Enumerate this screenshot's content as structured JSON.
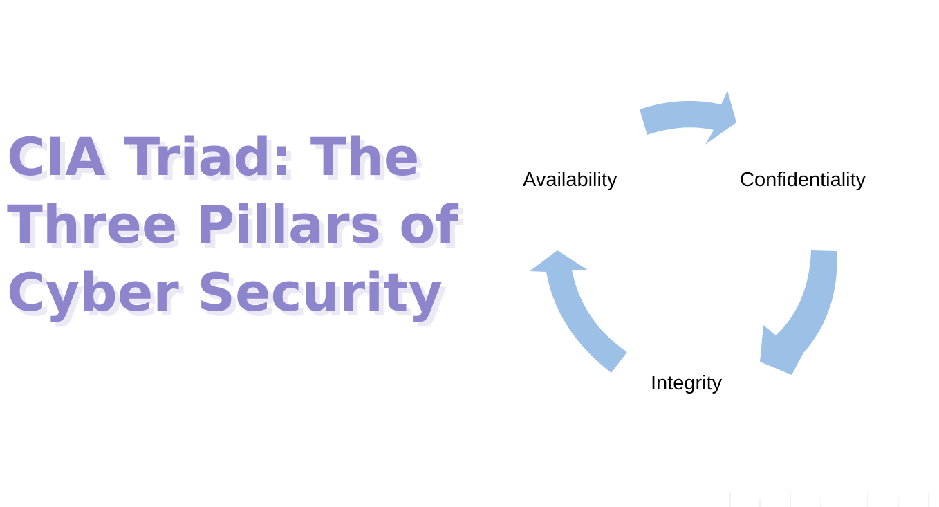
{
  "title": {
    "lines": [
      "CIA Triad: The",
      "Three Pillars of",
      "Cyber Security"
    ],
    "color": "#8e86cc",
    "shadow_color": "#ece9f7"
  },
  "diagram": {
    "nodes": {
      "availability": "Availability",
      "confidentiality": "Confidentiality",
      "integrity": "Integrity"
    },
    "arrow_color": "#9dc0e6"
  }
}
